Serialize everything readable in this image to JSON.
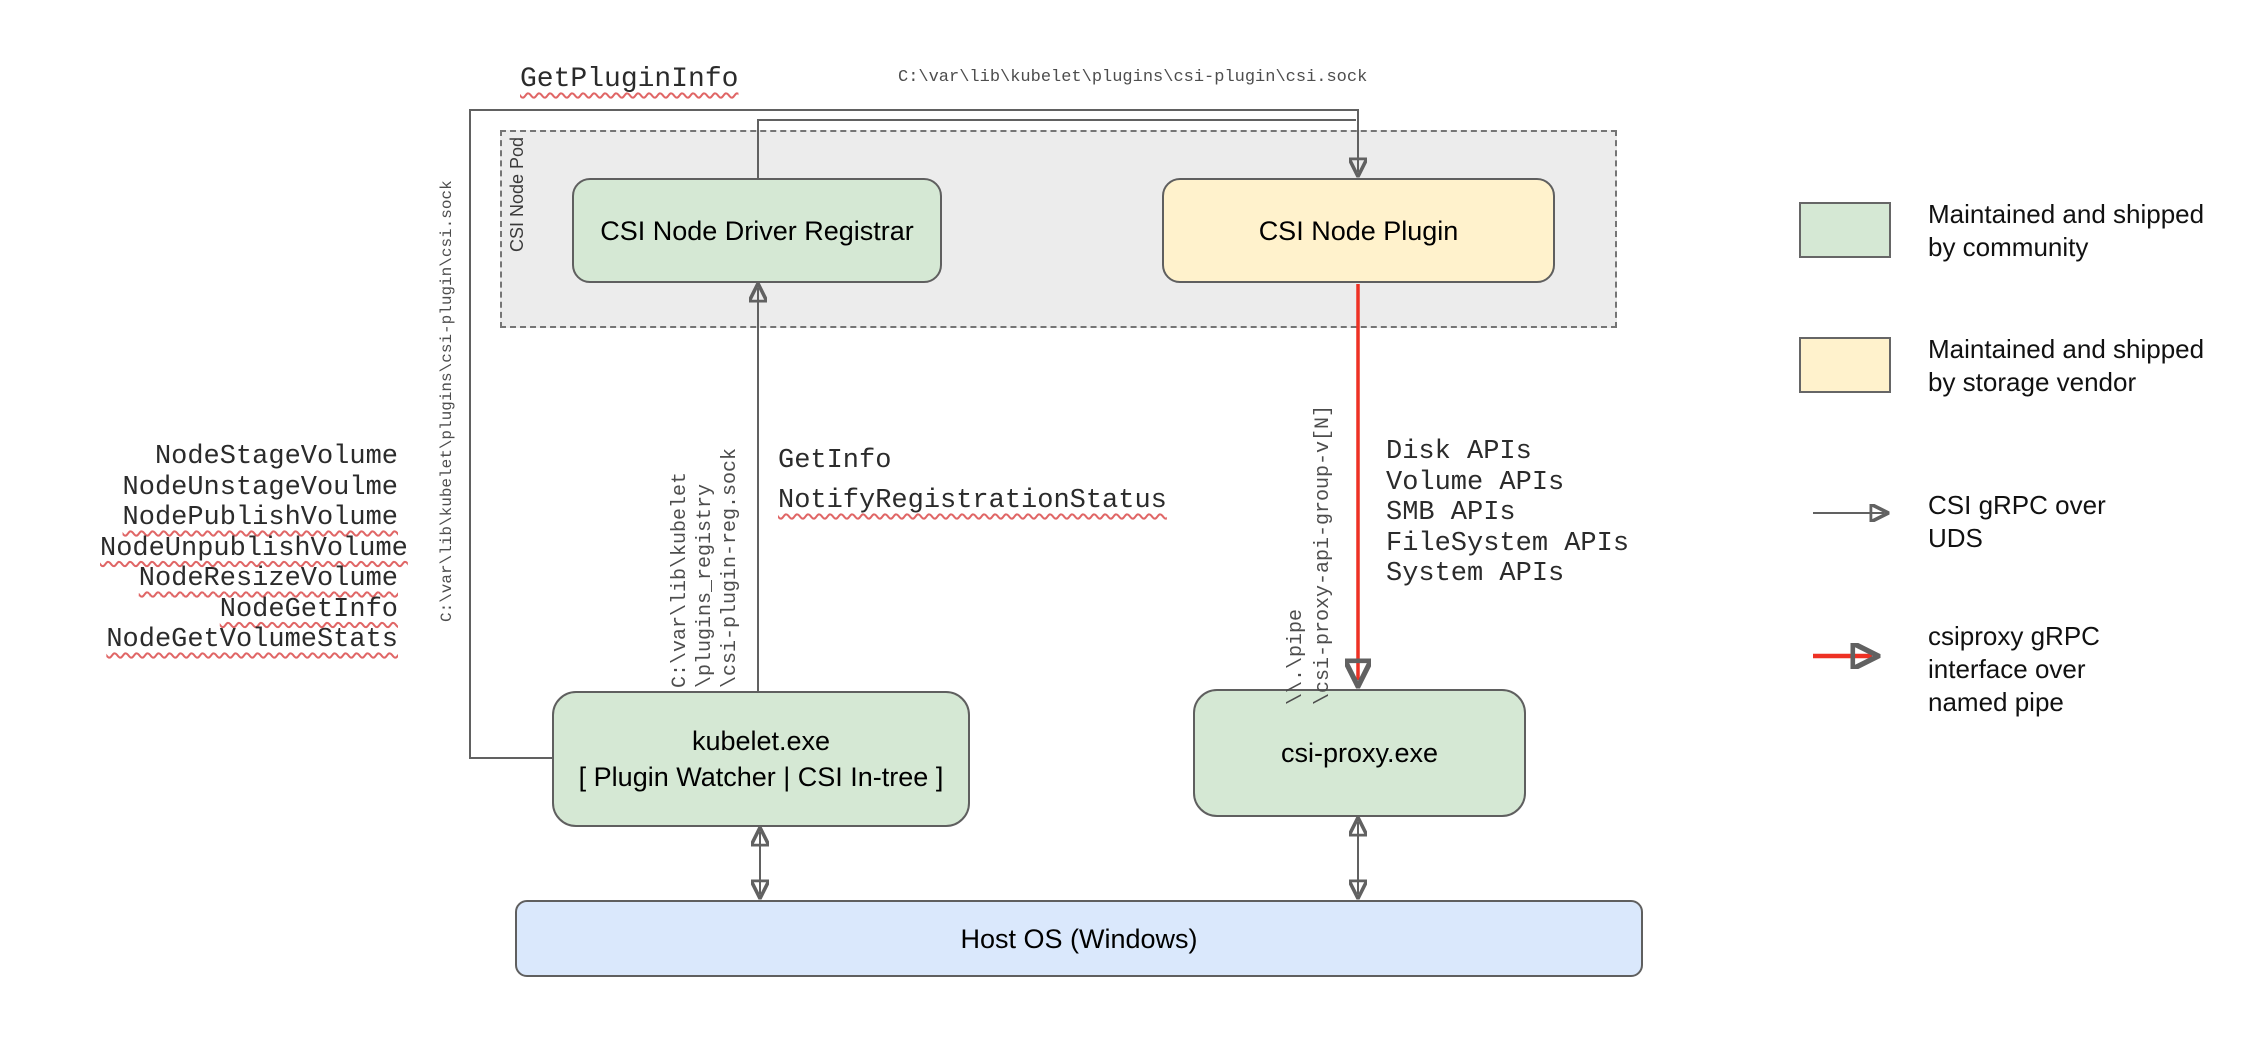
{
  "nodes": {
    "pod": "CSI Node Pod",
    "registrar": "CSI Node Driver Registrar",
    "plugin": "CSI Node Plugin",
    "kubelet_title": "kubelet.exe",
    "kubelet_subtitle": "[ Plugin Watcher | CSI In-tree ]",
    "csi_proxy": "csi-proxy.exe",
    "host_os": "Host OS (Windows)"
  },
  "labels": {
    "get_plugin_info": "GetPluginInfo",
    "csi_sock_path_top": "C:\\var\\lib\\kubelet\\plugins\\csi-plugin\\csi.sock",
    "csi_sock_path_vertical": "C:\\var\\lib\\kubelet\\plugins\\csi-plugin\\csi.sock",
    "registry_sock_path_vertical": "C:\\var\\lib\\kubelet\n\\plugins_registry\n\\csi-plugin-reg.sock",
    "get_info": "GetInfo",
    "notify_registration_status": "NotifyRegistrationStatus",
    "named_pipe_vertical": "\\\\.\\pipe\n\\csi-proxy-api-group-v[N]",
    "node_calls": [
      "NodeStageVolume",
      "NodeUnstageVoulme",
      "NodePublishVolume",
      "NodeUnpublishVolume",
      "NodeResizeVolume",
      "NodeGetInfo",
      "NodeGetVolumeStats"
    ],
    "proxy_apis": [
      "Disk APIs",
      "Volume APIs",
      "SMB APIs",
      "FileSystem APIs",
      "System APIs"
    ]
  },
  "legend": {
    "community": "Maintained and shipped\nby community",
    "storage_vendor": "Maintained and shipped\nby storage vendor",
    "uds_arrow": "CSI gRPC over\nUDS",
    "named_pipe_arrow": "csiproxy gRPC\ninterface over\nnamed pipe"
  },
  "colors": {
    "community_fill": "#d5e8d4",
    "vendor_fill": "#fff2cc",
    "host_fill": "#dae8fc",
    "pod_fill": "#ececec",
    "line_gray": "#616161",
    "pipe_red": "#ee3124",
    "squiggle_red": "#e06666"
  }
}
